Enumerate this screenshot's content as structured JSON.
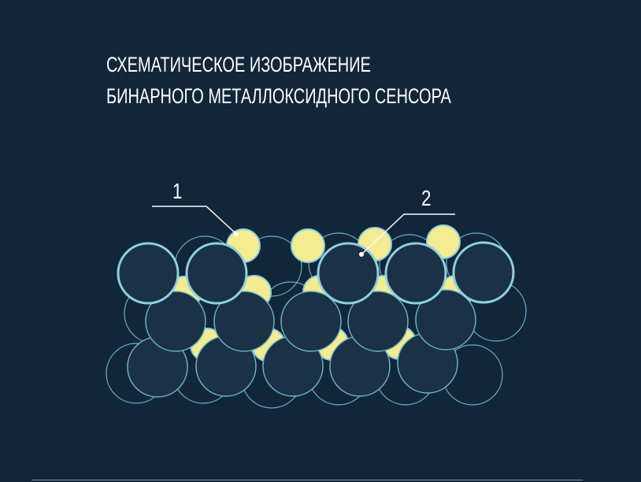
{
  "title": {
    "line1": "Схематическое изображение",
    "line2": "бинарного металлоксидного сенсора"
  },
  "callouts": [
    {
      "label": "1",
      "target": "additive-particle"
    },
    {
      "label": "2",
      "target": "oxide-grain"
    }
  ],
  "colors": {
    "background": "#12263a",
    "grain_fill": "#1a3146",
    "grain_outline_front": "#8fd0e0",
    "grain_outline_back": "#6fb2c6",
    "additive_fill": "#f4ec90",
    "additive_outline": "#8fd0e0",
    "text": "#ffffff"
  }
}
